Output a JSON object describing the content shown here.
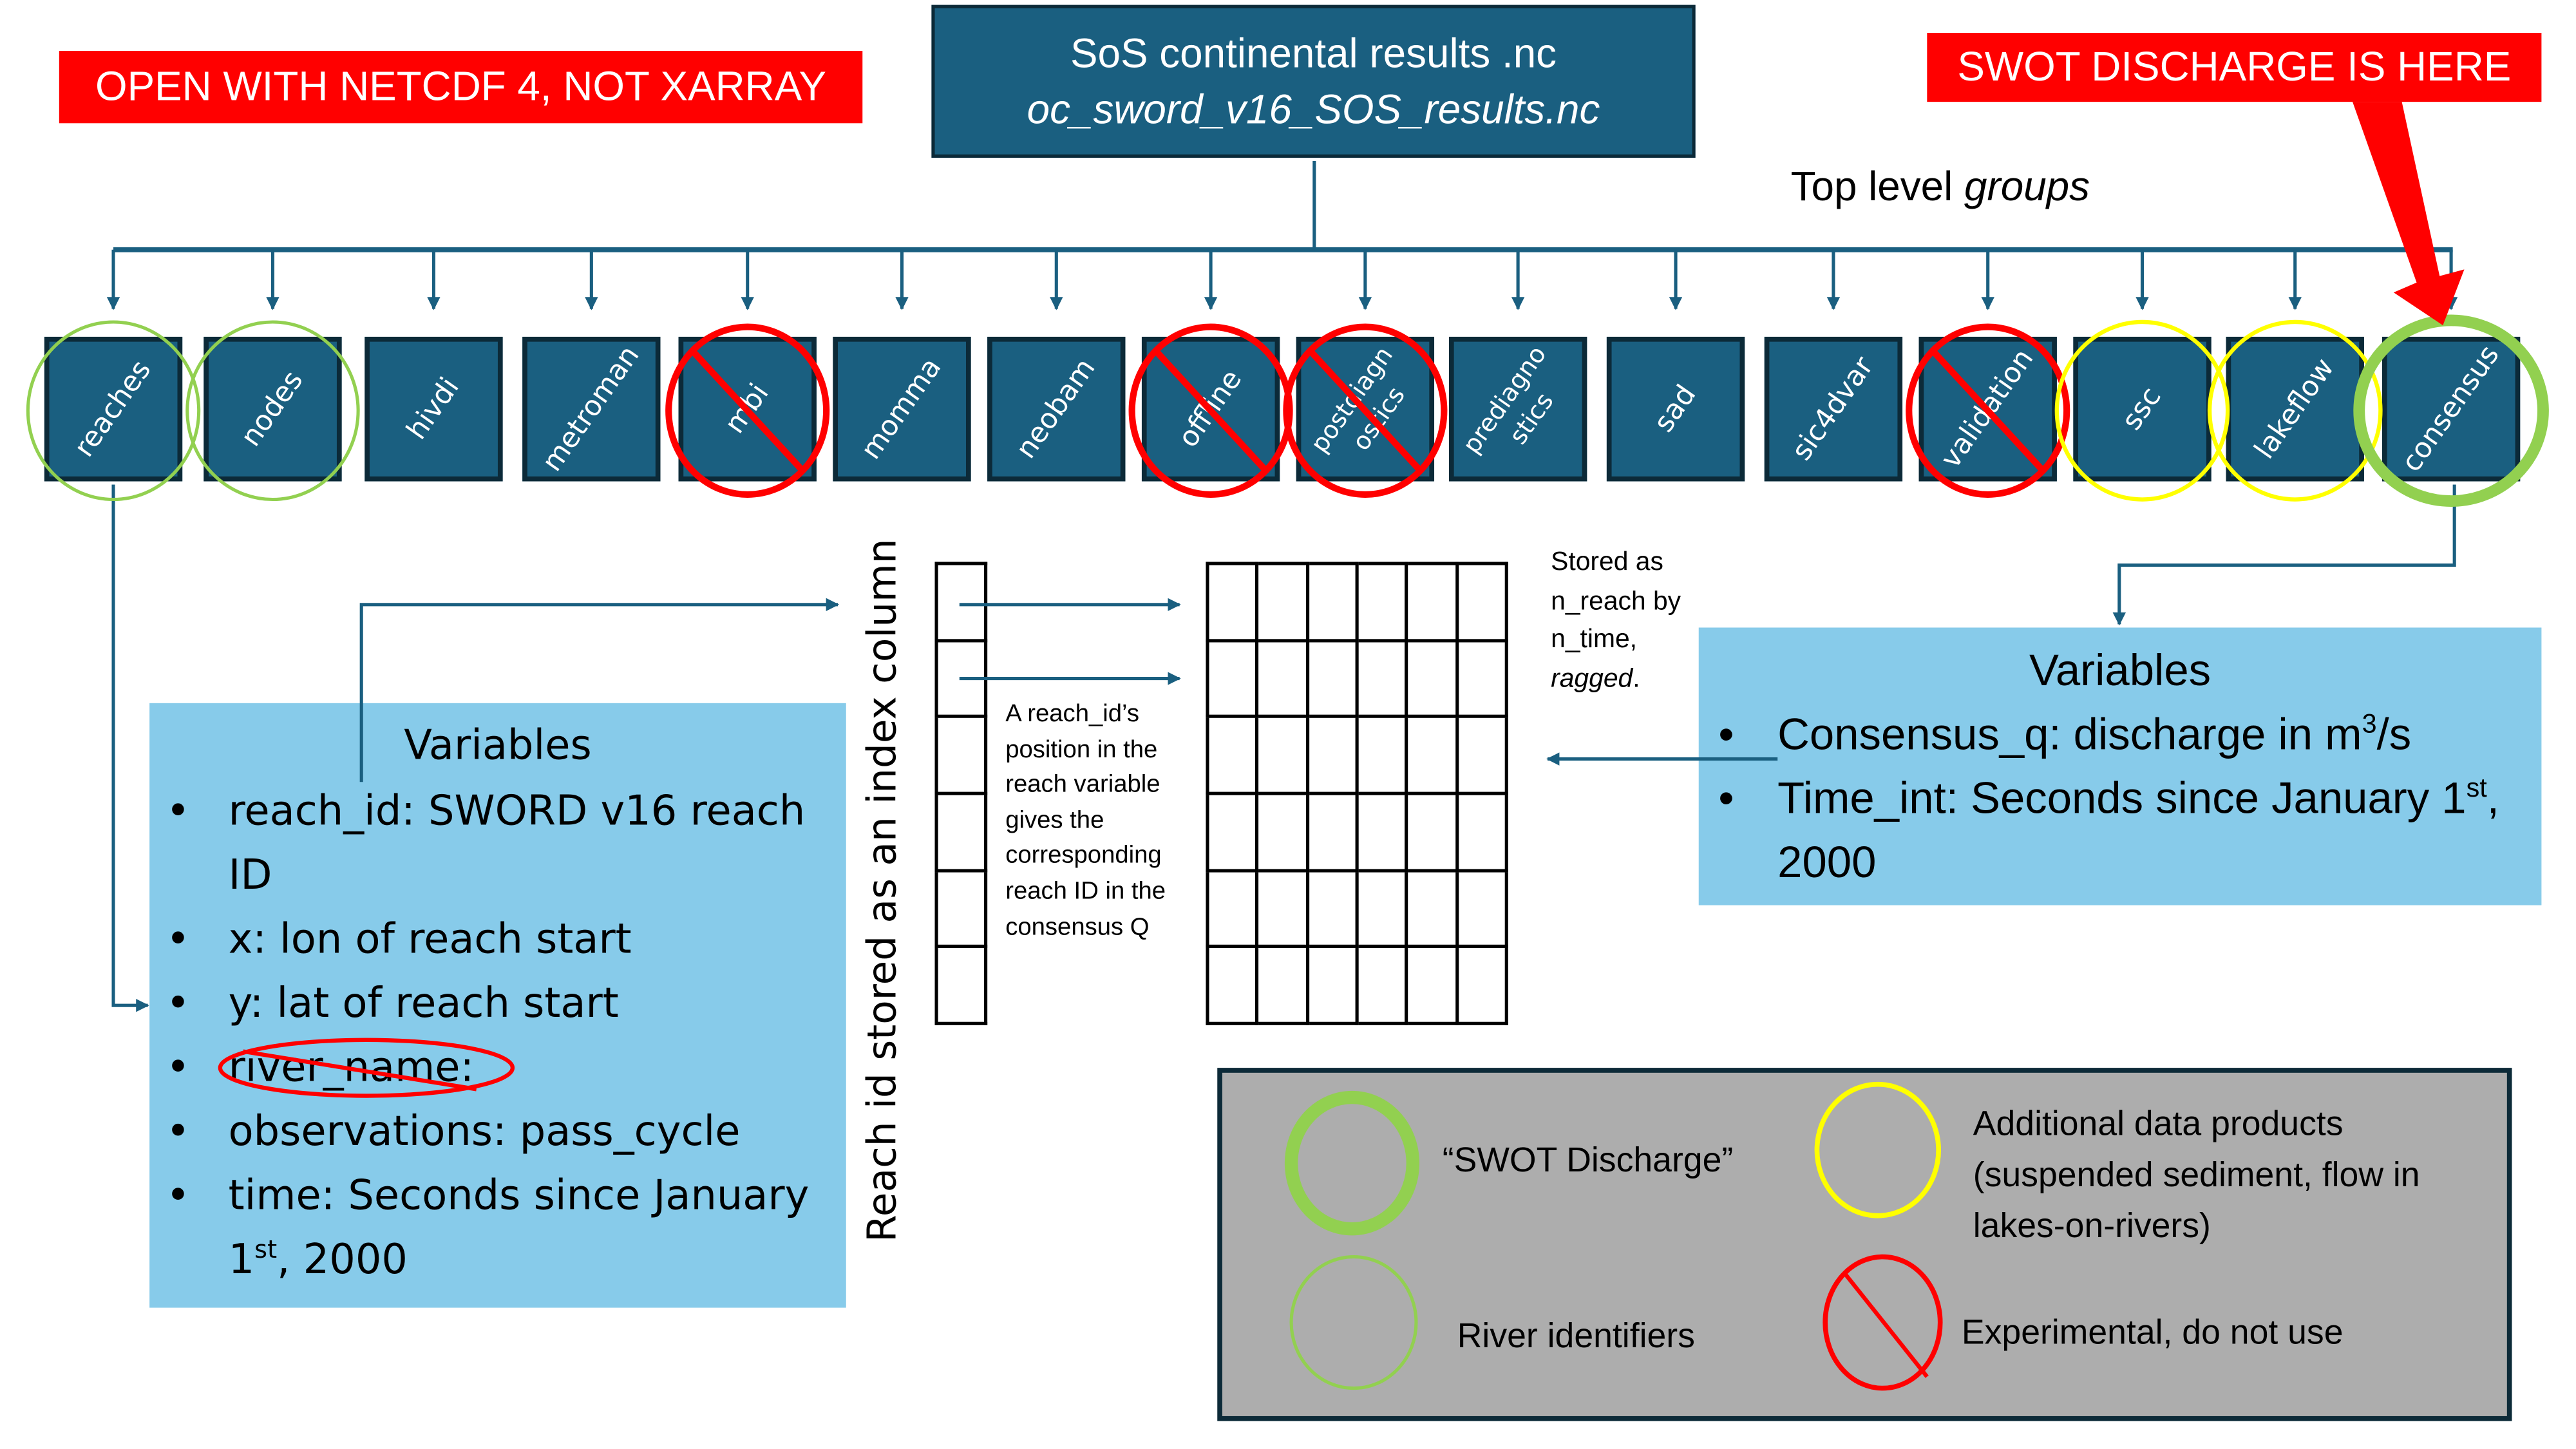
{
  "warning_banner": "OPEN WITH NETCDF 4, NOT XARRAY",
  "callout_banner": "SWOT DISCHARGE IS HERE",
  "file": {
    "title": "SoS continental results .nc",
    "filename": "oc_sword_v16_SOS_results.nc"
  },
  "top_level": {
    "prefix": "Top level ",
    "emphasis": "groups"
  },
  "groups": [
    {
      "name": "reaches",
      "status": "river-identifier"
    },
    {
      "name": "nodes",
      "status": "river-identifier"
    },
    {
      "name": "hivdi",
      "status": "normal"
    },
    {
      "name": "metroman",
      "status": "normal"
    },
    {
      "name": "mbi",
      "status": "experimental"
    },
    {
      "name": "momma",
      "status": "normal"
    },
    {
      "name": "neobam",
      "status": "normal"
    },
    {
      "name": "offline",
      "status": "experimental"
    },
    {
      "name": "postdiagn ostics",
      "status": "experimental"
    },
    {
      "name": "prediagno stics",
      "status": "normal"
    },
    {
      "name": "sad",
      "status": "normal"
    },
    {
      "name": "sic4dvar",
      "status": "normal"
    },
    {
      "name": "validation",
      "status": "experimental"
    },
    {
      "name": "ssc",
      "status": "additional"
    },
    {
      "name": "lakeflow",
      "status": "additional"
    },
    {
      "name": "consensus",
      "status": "swot-discharge"
    }
  ],
  "reaches_variables": {
    "title": "Variables",
    "items": [
      {
        "text": "reach_id: SWORD v16 reach ID",
        "struck": false
      },
      {
        "text": "x: lon of reach start",
        "struck": false
      },
      {
        "text": "y: lat of reach start",
        "struck": false
      },
      {
        "text": "river_name:",
        "struck": true
      },
      {
        "text": "observations: pass_cycle",
        "struck": false
      },
      {
        "text_before_sup": "time: Seconds since January 1",
        "sup": "st",
        "text_after_sup": ", 2000",
        "struck": false
      }
    ]
  },
  "consensus_variables": {
    "title": "Variables",
    "items": [
      {
        "text_before_sup": "Consensus_q: discharge in m",
        "sup": "3",
        "text_after_sup": "/s"
      },
      {
        "text_before_sup": "Time_int: Seconds since January 1",
        "sup": "st",
        "text_after_sup": ", 2000"
      }
    ]
  },
  "index_column_label": "Reach id stored as an index column",
  "index_column": {
    "rows": 6
  },
  "matrix": {
    "rows": 6,
    "cols": 6
  },
  "reach_note": "A reach_id’s position in the reach variable gives the corresponding reach ID in the consensus Q",
  "stored_note": {
    "text": "Stored as n_reach by n_time,",
    "emphasis": "ragged",
    "suffix": "."
  },
  "legend": {
    "items": [
      {
        "label": "“SWOT Discharge”",
        "symbol": "thick-green-circle"
      },
      {
        "label": "Additional data products (suspended sediment, flow in lakes-on-rivers)",
        "symbol": "yellow-circle"
      },
      {
        "label": "River identifiers",
        "symbol": "thin-green-circle"
      },
      {
        "label": "Experimental, do not use",
        "symbol": "red-prohibition-circle"
      }
    ]
  },
  "colors": {
    "group_fill": "#1a5f80",
    "group_border": "#0c2a38",
    "panel_fill": "#87cbea",
    "banner_red": "#ff0000",
    "green": "#92d050",
    "yellow": "#ffff00",
    "red": "#ff0000",
    "legend_fill": "#adadad"
  }
}
